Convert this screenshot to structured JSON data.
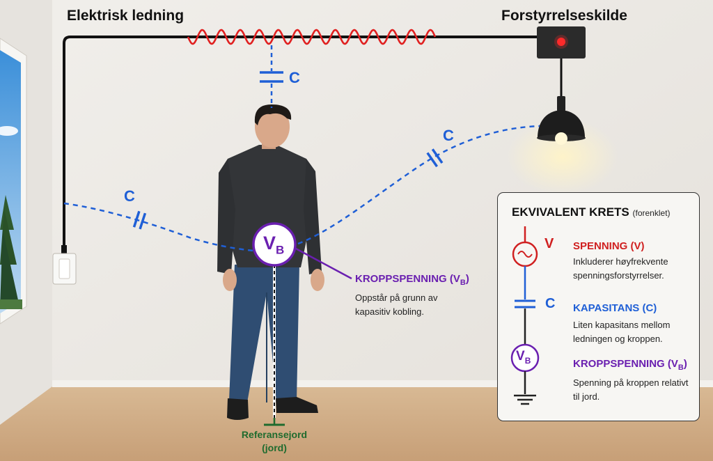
{
  "labels": {
    "wire_title": "Elektrisk ledning",
    "source_title": "Forstyrrelseskilde",
    "cap_symbol": "C",
    "body_node": "V",
    "body_node_sub": "B",
    "ground_line1": "Referansejord",
    "ground_line2": "(jord)"
  },
  "body_voltage": {
    "title": "KROPPSPENNING (V",
    "title_sub": "B",
    "title_end": ")",
    "desc": "Oppstår på grunn av kapasitiv kobling."
  },
  "equivalent_circuit": {
    "title": "EKVIVALENT KRETS",
    "subtitle": "(forenklet)",
    "source_symbol": "V",
    "cap_symbol": "C",
    "node_symbol": "V",
    "node_sub": "B",
    "items": [
      {
        "heading": "SPENNING (V)",
        "text": "Inkluderer høyfrekvente spenningsforstyrrelser."
      },
      {
        "heading": "KAPASITANS (C)",
        "text": "Liten kapasitans mellom ledningen og kroppen."
      },
      {
        "heading": "KROPPSPENNING (V",
        "heading_sub": "B",
        "heading_end": ")",
        "text": "Spenning på kroppen relativt til jord."
      }
    ]
  },
  "colors": {
    "red": "#e02020",
    "blue": "#1f5fd6",
    "purple": "#6a1fb0",
    "green": "#1f6b2e",
    "wire": "#111111"
  },
  "icons": [
    "light-switch-icon",
    "lamp-icon",
    "source-box-icon",
    "ground-icon",
    "ac-source-icon",
    "capacitor-icon"
  ]
}
